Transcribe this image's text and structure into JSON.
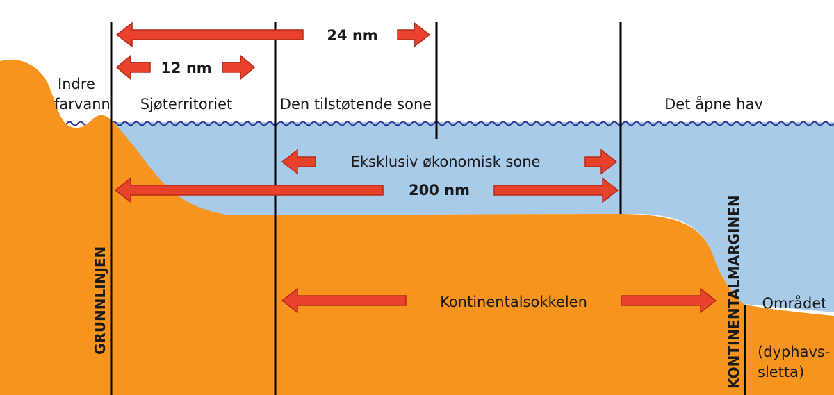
{
  "colors": {
    "land": "#f7941d",
    "sea": "#a8cbea",
    "wave": "#2e3192",
    "arrow": "#e8412c",
    "arrow_stroke": "#b52a18",
    "line": "#000000"
  },
  "labels": {
    "inner_waters_1": "Indre",
    "inner_waters_2": "farvann",
    "territorial_sea": "Sjøterritoriet",
    "contiguous_zone": "Den tilstøtende sone",
    "high_seas": "Det åpne hav",
    "eez": "Eksklusiv økonomisk sone",
    "continental_shelf": "Kontinentalsokkelen",
    "area_1": "Området",
    "area_2": "(dyphavs-",
    "area_3": "sletta)",
    "baseline": "GRUNNLINJEN",
    "continental_margin": "KONTINENTALMARGINEN"
  },
  "distances": {
    "nm24": "24 nm",
    "nm12": "12 nm",
    "nm200": "200 nm"
  }
}
